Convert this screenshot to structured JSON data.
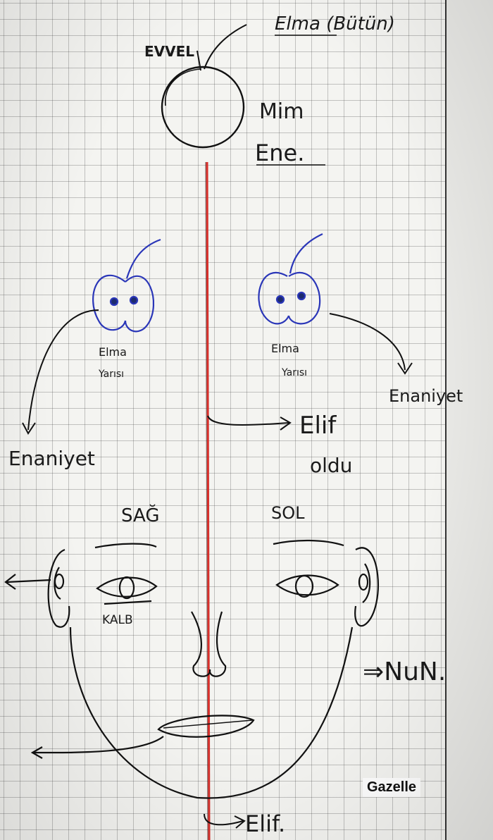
{
  "labels": {
    "elma_title": "Elma (Bütün)",
    "evvel": "EVVEL",
    "mim": "Mim",
    "ene": "Ene.",
    "elma_yarisi_left_1": "Elma",
    "elma_yarisi_left_2": "Yarısı",
    "elma_yarisi_right_1": "Elma",
    "elma_yarisi_right_2": "Yarısı",
    "enaniyet_left": "Enaniyet",
    "enaniyet_right": "Enaniyet",
    "elif_oldu_1": "Elif",
    "elif_oldu_2": "oldu",
    "sag": "SAĞ",
    "sol": "SOL",
    "kalb": "KALB",
    "nun": "⇒NuN.",
    "elif_bottom": "Elif.",
    "brand": "Gazelle"
  },
  "colors": {
    "ink": "#1a1a1a",
    "blue_ink": "#2a36b8",
    "red_line": "#d9302b",
    "paper": "#f4f4f1"
  }
}
